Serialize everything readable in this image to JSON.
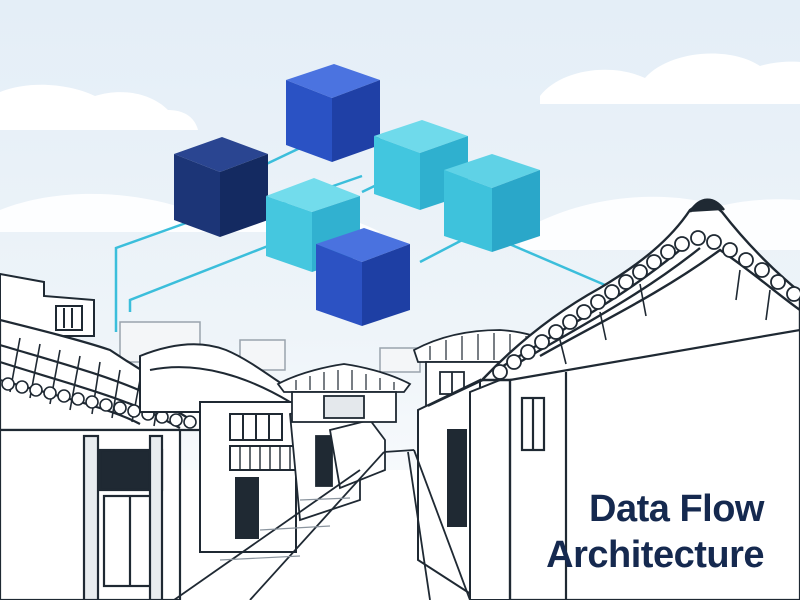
{
  "title": {
    "line1": "Data Flow",
    "line2": "Architecture"
  },
  "illustration": {
    "subject": "hanok-alley-with-data-cubes",
    "icons": [
      "cube-icon",
      "connection-line"
    ]
  },
  "colors": {
    "sky": "#e9f1f8",
    "cloud": "#ffffff",
    "cube_dark": "#1d3a7e",
    "cube_mid": "#2d56c8",
    "cube_light": "#3fc4dd",
    "line": "#3bbedb",
    "ink": "#1f2933",
    "title": "#15294f"
  }
}
